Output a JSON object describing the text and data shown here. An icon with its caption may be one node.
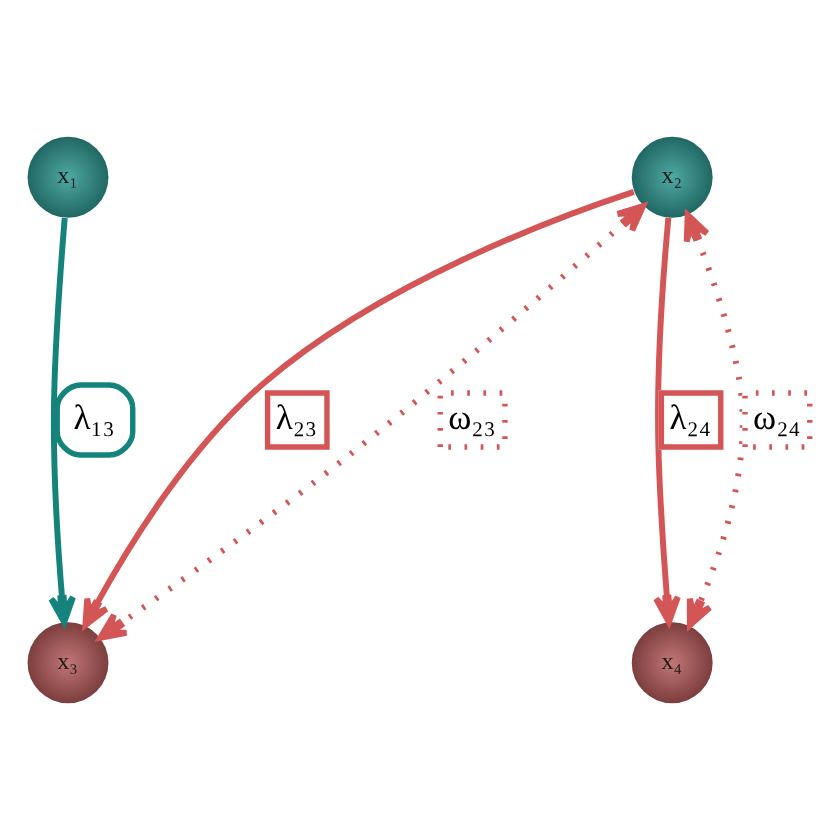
{
  "diagram": {
    "nodes": [
      {
        "text": [
          "x₁"
        ]
      },
      {
        "text": [
          "x₂"
        ]
      },
      {
        "text": [
          "x₃"
        ]
      },
      {
        "text": [
          "x₄"
        ]
      }
    ],
    "edges": [
      {
        "from": 0,
        "to": 2,
        "arrow": "to",
        "label": "λ₁₃",
        "color": "#14837c"
      },
      {
        "from": 1,
        "to": 2,
        "arrow": "to",
        "label": "λ₂₃"
      },
      {
        "from": 1,
        "to": 3,
        "arrow": "to",
        "label": "λ₂₄"
      },
      {
        "from": 1,
        "to": 2,
        "arrow": "both",
        "label": "ω₂₃",
        "style": "dashed"
      },
      {
        "from": 1,
        "to": 3,
        "arrow": "both",
        "label": "ω₂₄",
        "style": "dashed"
      }
    ]
  }
}
